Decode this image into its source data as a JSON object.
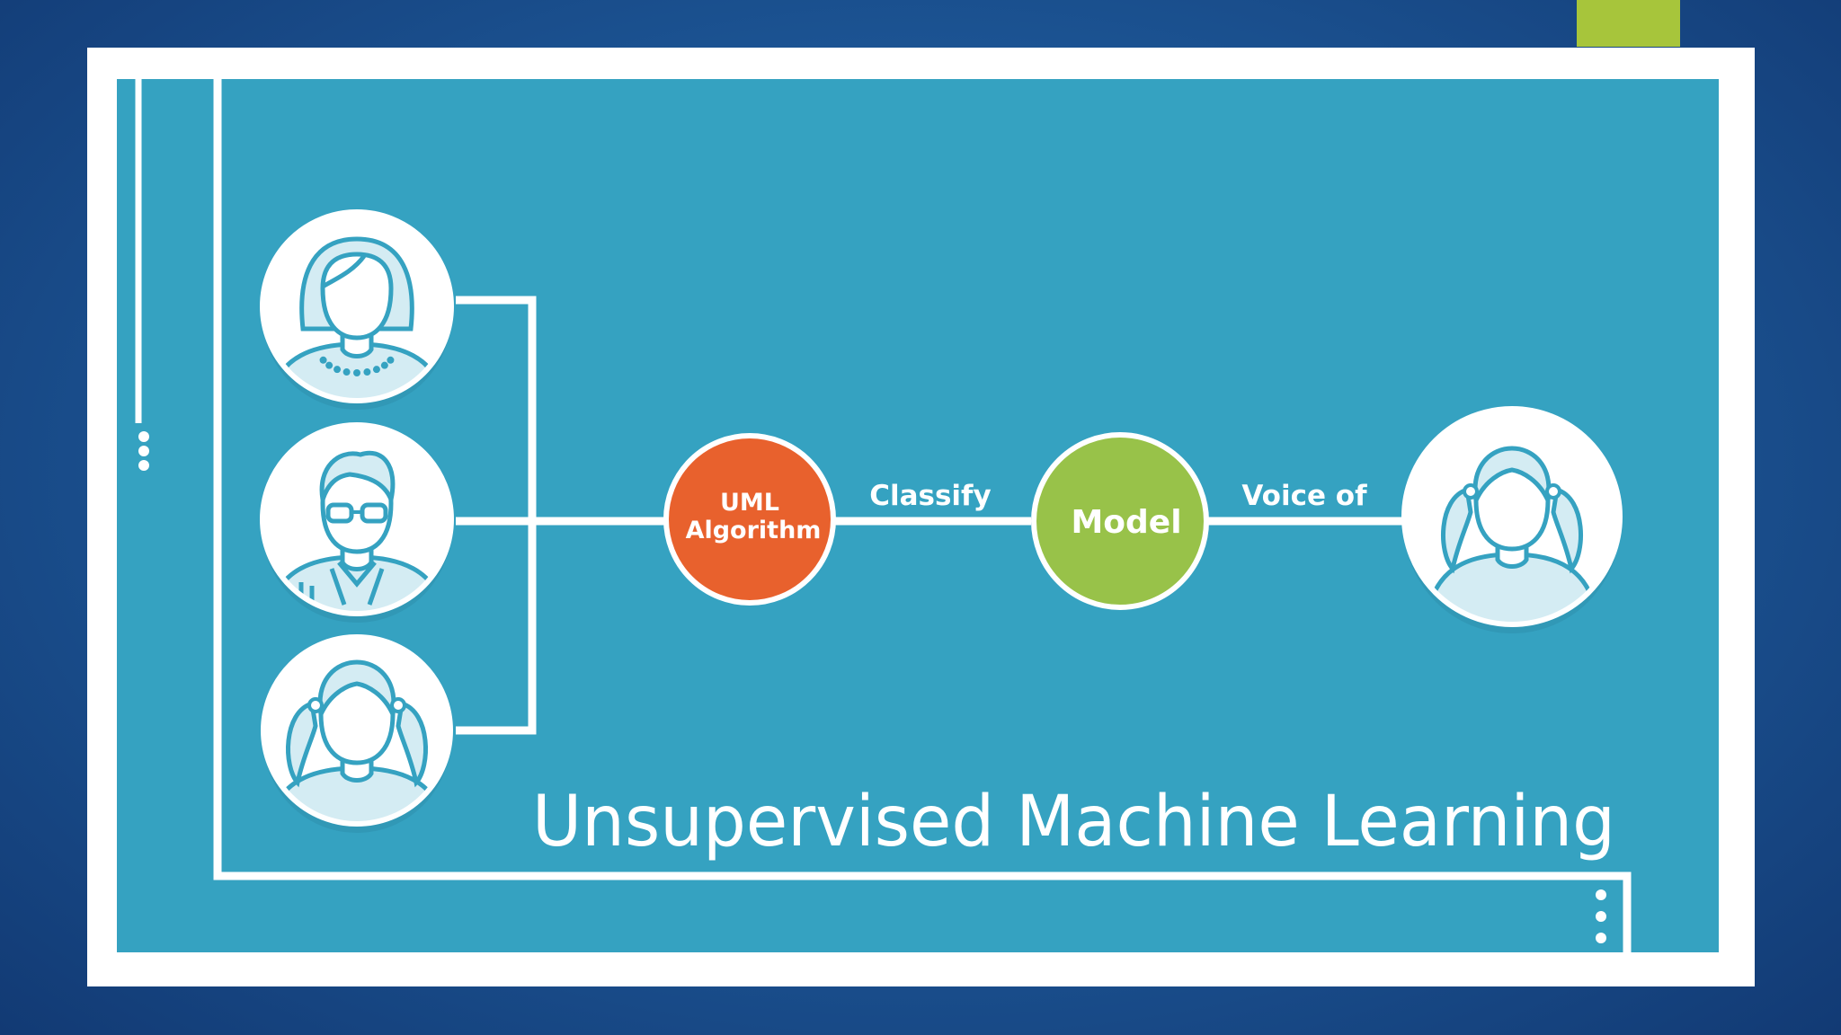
{
  "colors": {
    "panel": "#35a2c1",
    "frame": "#ffffff",
    "accent_tab": "#a7c53b",
    "algorithm_node": "#e8612d",
    "model_node": "#98c249",
    "avatar_fill": "#ffffff",
    "avatar_shade": "#d4ecf3",
    "avatar_line": "#35a2c1"
  },
  "diagram": {
    "title": "Unsupervised Machine Learning",
    "nodes": {
      "algorithm": {
        "line1": "UML",
        "line2": "Algorithm"
      },
      "model": {
        "label": "Model"
      }
    },
    "edges": {
      "classify": "Classify",
      "voice_of": "Voice of"
    },
    "inputs": [
      {
        "icon": "woman-avatar-icon"
      },
      {
        "icon": "man-with-glasses-avatar-icon"
      },
      {
        "icon": "girl-with-pigtails-avatar-icon"
      }
    ],
    "output": {
      "icon": "girl-with-pigtails-avatar-icon"
    }
  }
}
